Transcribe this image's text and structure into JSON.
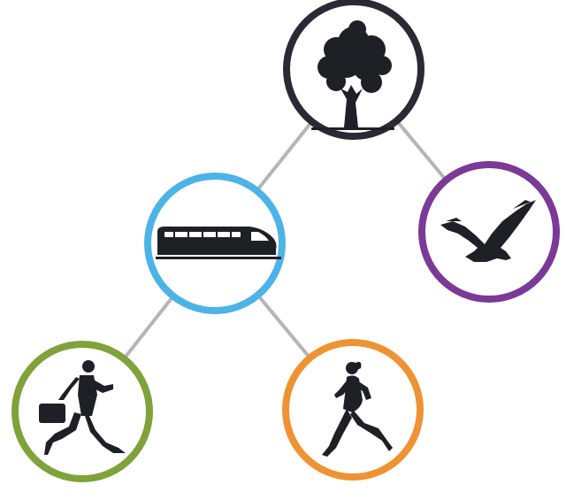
{
  "diagram": {
    "type": "tree",
    "nodes": [
      {
        "id": "tree",
        "icon": "tree-icon",
        "ring_color": "#2a2a34"
      },
      {
        "id": "train",
        "icon": "train-icon",
        "ring_color": "#4db3e6"
      },
      {
        "id": "eagle",
        "icon": "eagle-icon",
        "ring_color": "#7a3a96"
      },
      {
        "id": "businessman",
        "icon": "businessman-icon",
        "ring_color": "#7fa23a"
      },
      {
        "id": "runner",
        "icon": "runner-woman-icon",
        "ring_color": "#ee9334"
      }
    ],
    "edges": [
      {
        "from": "tree",
        "to": "train"
      },
      {
        "from": "tree",
        "to": "eagle"
      },
      {
        "from": "train",
        "to": "businessman"
      },
      {
        "from": "train",
        "to": "runner"
      }
    ],
    "edge_color": "#b5b5b5"
  }
}
